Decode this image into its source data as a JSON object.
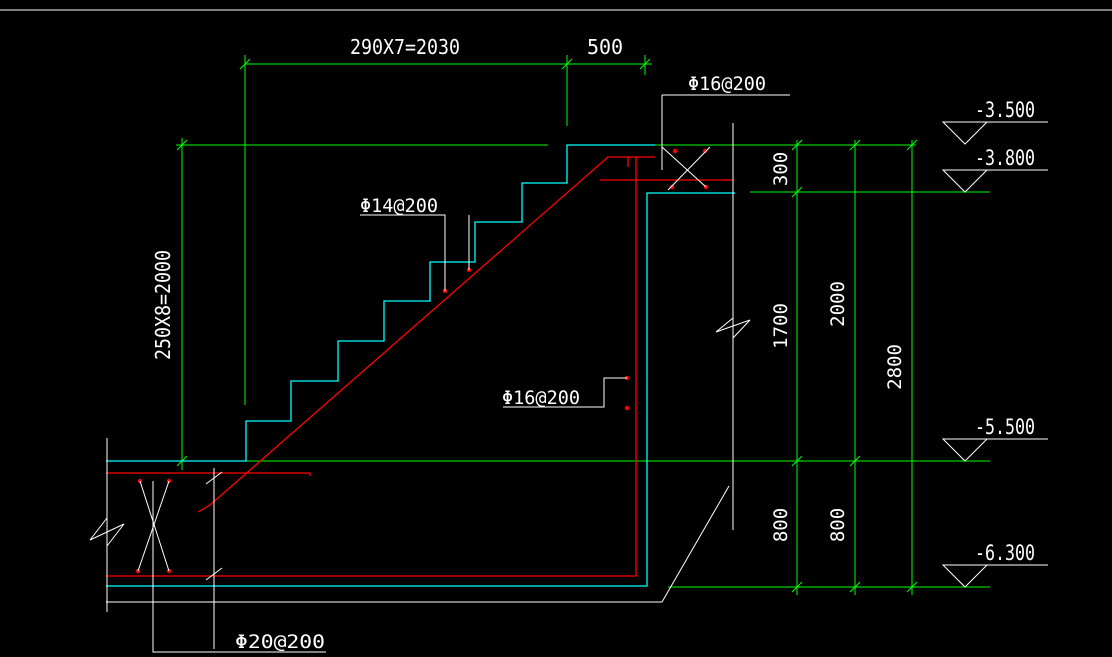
{
  "dimensions": {
    "top_run": "290X7=2030",
    "top_landing": "500",
    "left_rise": "250X8=2000",
    "d300": "300",
    "d1700": "1700",
    "d2000": "2000",
    "d2800": "2800",
    "d800a": "800",
    "d800b": "800"
  },
  "rebar": {
    "top": "Φ16@200",
    "stair": "Φ14@200",
    "wall": "Φ16@200",
    "bottom": "Φ20@200"
  },
  "elevations": {
    "e1": "-3.500",
    "e2": "-3.800",
    "e3": "-5.500",
    "e4": "-6.300"
  },
  "colors": {
    "dimension": "#00ff00",
    "concrete": "#00ffff",
    "rebar": "#ff0000",
    "leader": "#ffffff",
    "background": "#000000"
  }
}
